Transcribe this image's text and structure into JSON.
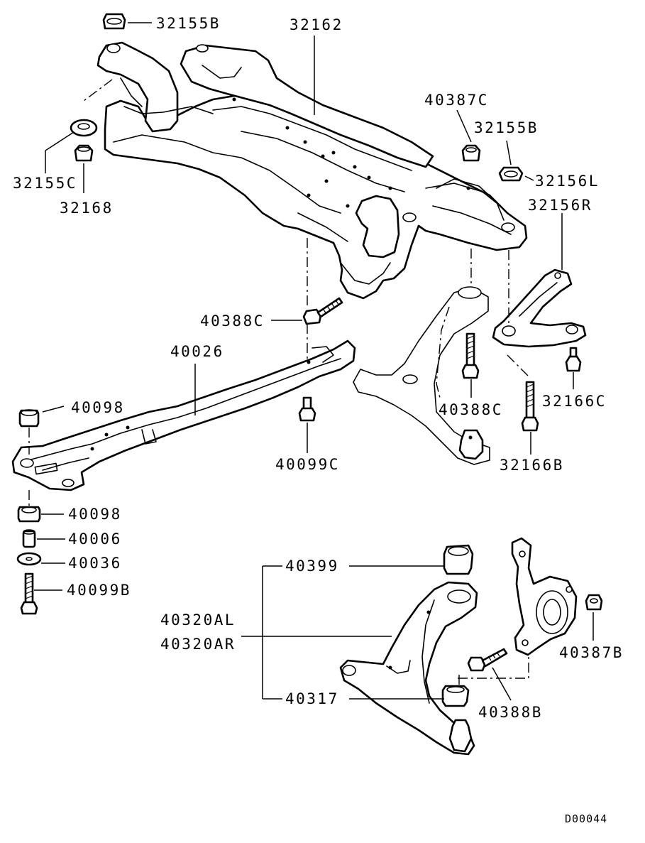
{
  "labels": {
    "p32155B_top": "32155B",
    "p32162": "32162",
    "p40387C": "40387C",
    "p32155B_right": "32155B",
    "p32156L": "32156L",
    "p32156R": "32156R",
    "p32155C": "32155C",
    "p32168": "32168",
    "p40388C_left": "40388C",
    "p40026": "40026",
    "p40098_top": "40098",
    "p40099C": "40099C",
    "p40388C_right": "40388C",
    "p32166C": "32166C",
    "p32166B": "32166B",
    "p40098_bottom": "40098",
    "p40006": "40006",
    "p40036": "40036",
    "p40099B": "40099B",
    "p40399": "40399",
    "p40320AL": "40320AL",
    "p40320AR": "40320AR",
    "p40387B": "40387B",
    "p40317": "40317",
    "p40388B": "40388B"
  },
  "reference_code": "D00044"
}
